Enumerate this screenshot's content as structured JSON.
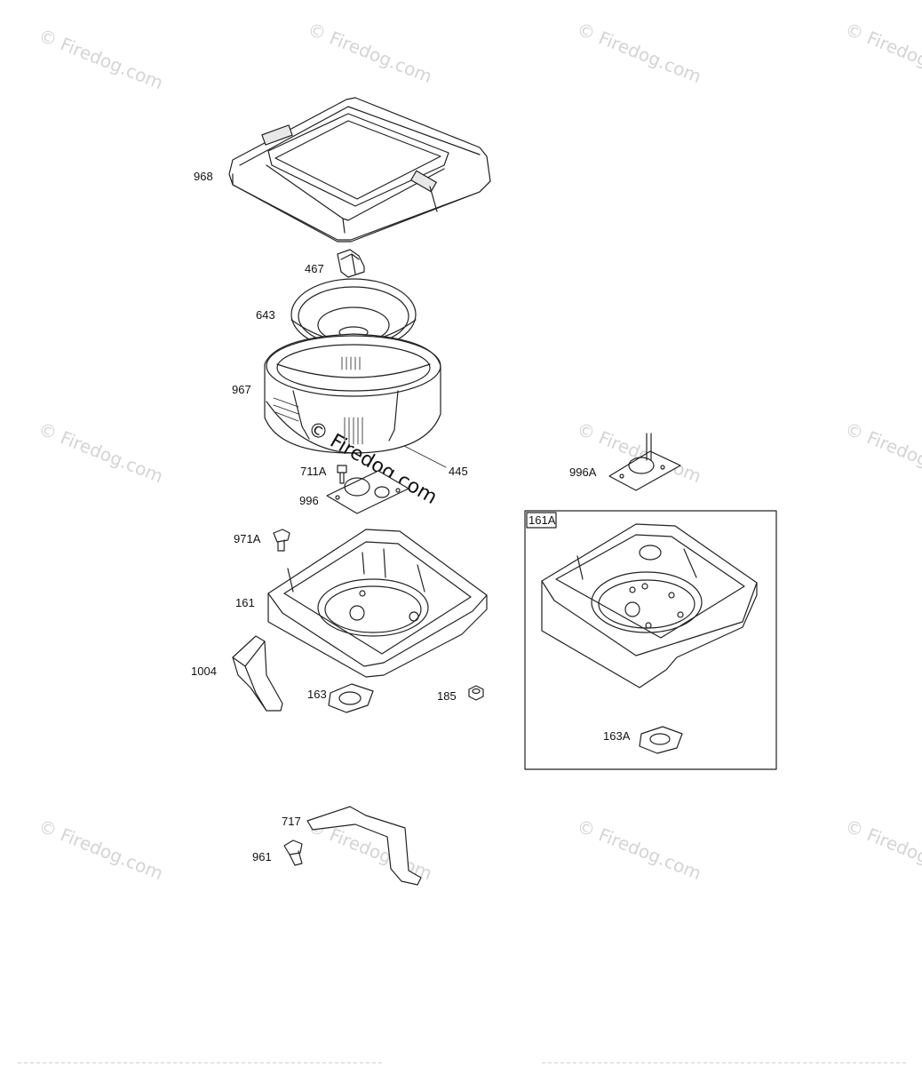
{
  "watermark": {
    "text": "© Firedog.com",
    "overlay_text": "© Firedog.com"
  },
  "labels": {
    "p968": "968",
    "p467": "467",
    "p643": "643",
    "p967": "967",
    "p445": "445",
    "p711A": "711A",
    "p996": "996",
    "p971A": "971A",
    "p161": "161",
    "p1004": "1004",
    "p163": "163",
    "p185": "185",
    "p996A": "996A",
    "p161A": "161A",
    "p163A": "163A",
    "p717": "717",
    "p961": "961"
  }
}
